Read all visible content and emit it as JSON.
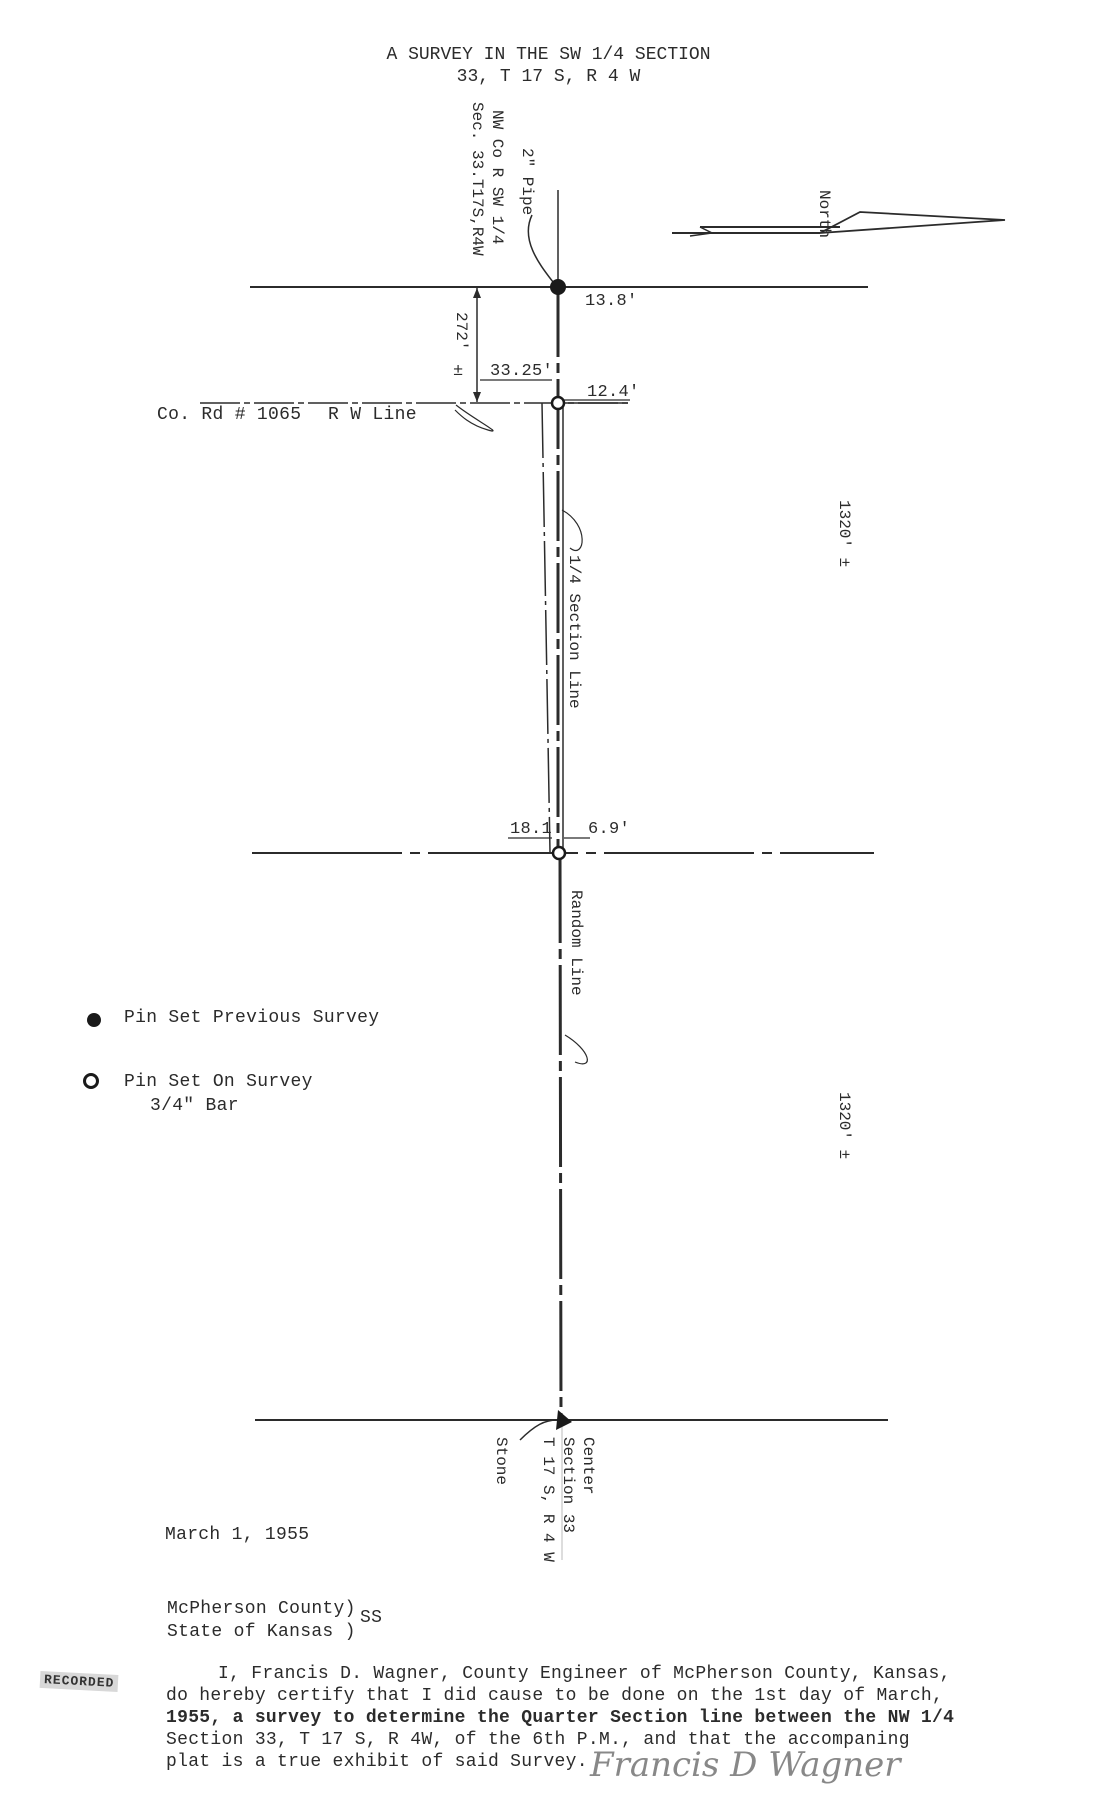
{
  "title": {
    "line1": "A SURVEY IN THE SW 1/4 SECTION",
    "line2": "33, T 17 S, R 4 W"
  },
  "labels": {
    "nw_corner_line1": "NW Co R SW 1/4",
    "nw_corner_line2": "Sec. 33.T17S,R4W",
    "pipe": "2\" Pipe",
    "north": "North",
    "dist_13_8": "13.8'",
    "dist_272": "272'",
    "plus_minus_1": "±",
    "dist_33_25": "33.25'",
    "dist_12_4": "12.4'",
    "road": "Co. Rd # 1065",
    "rw_line": "R W  Line",
    "section_line": "1/4 Section Line",
    "dist_1320_upper": "1320' ±",
    "dist_18_1": "18.1",
    "dist_6_9": "6.9'",
    "random_line": "Random Line",
    "dist_1320_lower": "1320' ±",
    "center_line1": "Center",
    "center_line2": "Section 33",
    "center_line3": "T 17 S, R 4 W",
    "stone": "Stone"
  },
  "legend": {
    "previous": "Pin Set Previous Survey",
    "on_survey_line1": "Pin Set On Survey",
    "on_survey_line2": "3/4\" Bar"
  },
  "date": "March 1, 1955",
  "venue": {
    "county": "McPherson County)",
    "state": "State of Kansas )",
    "ss": "SS"
  },
  "stamp": "RECORDED",
  "certification": {
    "line1": "I, Francis D. Wagner, County Engineer of McPherson County, Kansas,",
    "line2": "do hereby certify that I did cause to be done on the 1st day of March,",
    "line3": "1955, a survey to determine the Quarter Section line between the NW 1/4",
    "line4": "Section 33, T 17 S, R 4W, of the 6th P.M., and that the accompaning",
    "line5": "plat is a true exhibit of said Survey."
  },
  "signature": "Francis D Wagner",
  "colors": {
    "ink": "#2b2b2b",
    "faint": "#888888"
  }
}
